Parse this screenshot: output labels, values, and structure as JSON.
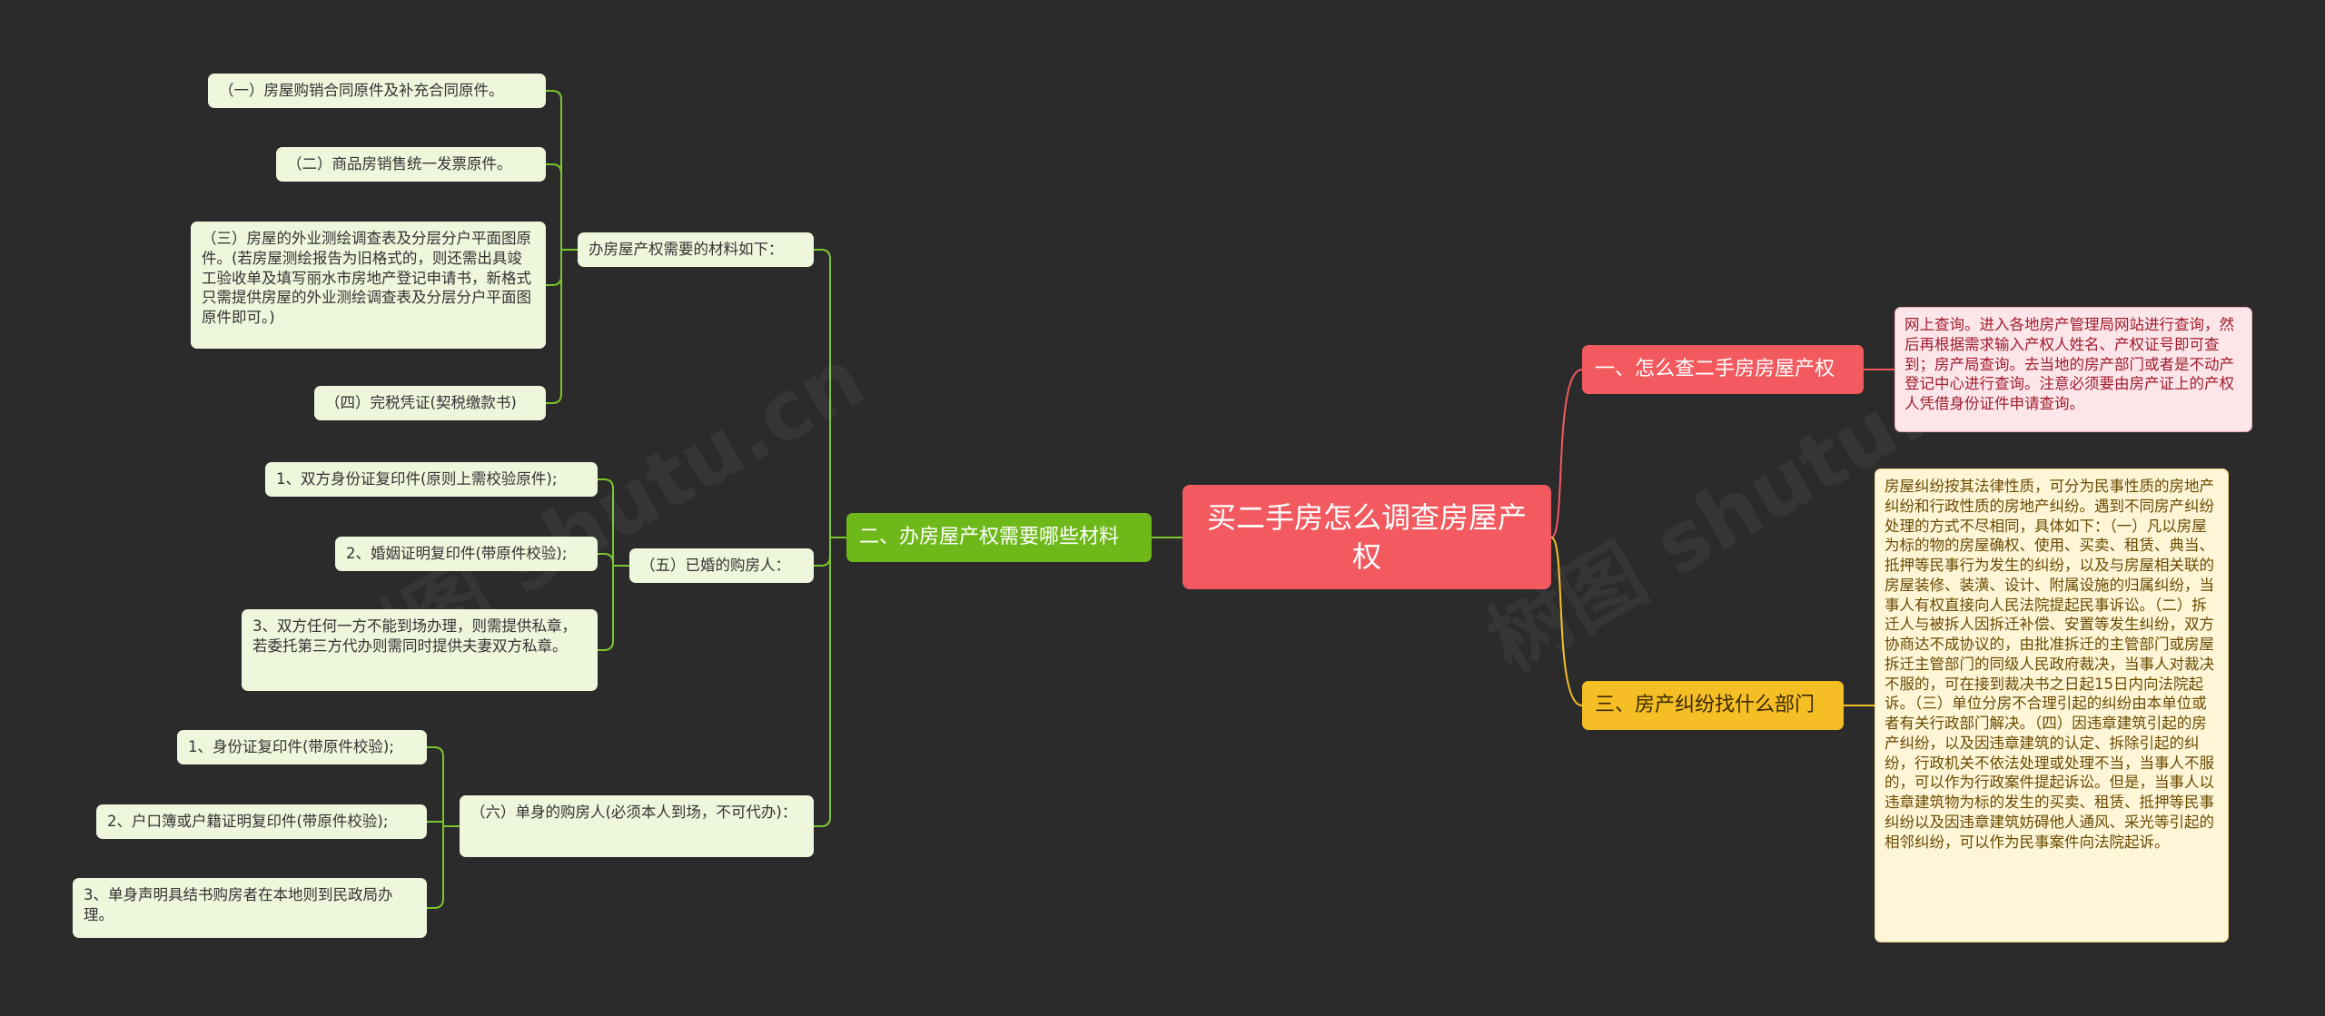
{
  "root": {
    "label": "买二手房怎么调查房屋产权"
  },
  "branches": {
    "materials": {
      "label": "二、办房屋产权需要哪些材料"
    },
    "check": {
      "label": "一、怎么查二手房房屋产权"
    },
    "dispute": {
      "label": "三、房产纠纷找什么部门"
    }
  },
  "sub": {
    "list_title": "办房屋产权需要的材料如下：",
    "married": "（五）已婚的购房人：",
    "single": "（六）单身的购房人(必须本人到场，不可代办)："
  },
  "leaves": {
    "l1": "（一）房屋购销合同原件及补充合同原件。",
    "l2": "（二）商品房销售统一发票原件。",
    "l3": "（三）房屋的外业测绘调查表及分层分户平面图原件。(若房屋测绘报告为旧格式的，则还需出具竣工验收单及填写丽水市房地产登记申请书，新格式只需提供房屋的外业测绘调查表及分层分户平面图原件即可。)",
    "l4": "（四）完税凭证(契税缴款书)",
    "m1": "1、双方身份证复印件(原则上需校验原件);",
    "m2": "2、婚姻证明复印件(带原件校验);",
    "m3": "3、双方任何一方不能到场办理，则需提供私章，若委托第三方代办则需同时提供夫妻双方私章。",
    "s1": "1、身份证复印件(带原件校验);",
    "s2": "2、户口簿或户籍证明复印件(带原件校验);",
    "s3": "3、单身声明具结书购房者在本地则到民政局办理。",
    "check_detail": "网上查询。进入各地房产管理局网站进行查询，然后再根据需求输入产权人姓名、产权证号即可查到；房产局查询。去当地的房产部门或者是不动产登记中心进行查询。注意必须要由房产证上的产权人凭借身份证件申请查询。",
    "dispute_detail": "房屋纠纷按其法律性质，可分为民事性质的房地产纠纷和行政性质的房地产纠纷。遇到不同房产纠纷处理的方式不尽相同，具体如下：（一）凡以房屋为标的物的房屋确权、使用、买卖、租赁、典当、抵押等民事行为发生的纠纷，以及与房屋相关联的房屋装修、装潢、设计、附属设施的归属纠纷，当事人有权直接向人民法院提起民事诉讼。（二）拆迁人与被拆人因拆迁补偿、安置等发生纠纷，双方协商达不成协议的，由批准拆迁的主管部门或房屋拆迁主管部门的同级人民政府裁决，当事人对裁决不服的，可在接到裁决书之日起15日内向法院起诉。（三）单位分房不合理引起的纠纷由本单位或者有关行政部门解决。（四）因违章建筑引起的房产纠纷，以及因违章建筑的认定、拆除引起的纠纷，行政机关不依法处理或处理不当，当事人不服的，可以作为行政案件提起诉讼。但是，当事人以违章建筑物为标的发生的买卖、租赁、抵押等民事纠纷以及因违章建筑妨碍他人通风、采光等引起的相邻纠纷，可以作为民事案件向法院起诉。"
  },
  "colors": {
    "background": "#2b2b2b",
    "root": "#f25a5f",
    "green": "#6fb81a",
    "red": "#f25a5f",
    "yellow": "#f5be25"
  }
}
